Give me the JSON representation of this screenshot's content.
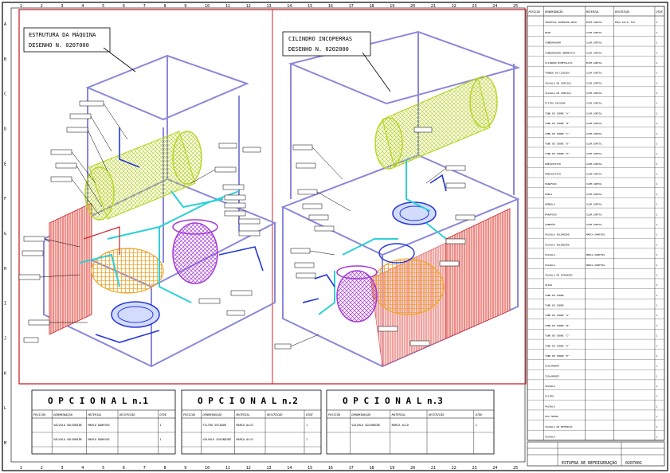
{
  "title_block": {
    "drawing_title": "ESTUFRA DE REFRIGERAÇÃO",
    "drawing_number": "0207001",
    "left_view": {
      "title": "ESTRUTURA DA MÁQUINA",
      "subtitle": "DESENHO N.  0207000"
    },
    "right_view": {
      "title": "CILINDRO INCOPERRAS",
      "subtitle": "DESENHO N.  0202000"
    }
  },
  "parts_table": {
    "headers": [
      "POSIÇÃO",
      "DENOMINAÇÃO",
      "MATERIAL",
      "DESCRIÇÃO",
      "QTDE"
    ],
    "rows": [
      [
        "",
        "TRAVESSA SUPERIOR NOVA",
        "ELEM.SORTOL",
        "PEÇA 02/17 FIX",
        "1"
      ],
      [
        "",
        "BASE",
        "CLEM.SORTOL",
        "",
        "1"
      ],
      [
        "",
        "CONDENSADOR",
        "CLEM.SORTOL",
        "",
        "1"
      ],
      [
        "",
        "CONDENSADOR HERMÉTICO",
        "CLEM.SORTOL",
        "",
        "1"
      ],
      [
        "",
        "CILINDRO BIMETÁLICO",
        "ELEM.SORTOL",
        "",
        "1"
      ],
      [
        "",
        "TANQUE DE LÍQUIDO",
        "CLEM.SORTOL",
        "",
        "1"
      ],
      [
        "",
        "VÁLVULA DE SERVIÇO",
        "CLEM.SORTOL",
        "",
        "1"
      ],
      [
        "",
        "VÁLVULA DE SERVIÇO",
        "CLEM.SORTOL",
        "",
        "1"
      ],
      [
        "",
        "FILTRO SECADOR",
        "CLEM.SORTOL",
        "",
        "1"
      ],
      [
        "",
        "TUBO DE COBRE \"A\"",
        "CLEM.SORTOL",
        "",
        "1"
      ],
      [
        "",
        "TUBO DE COBRE \"B\"",
        "CLEM.SORTOL",
        "",
        "1"
      ],
      [
        "",
        "TUBO DE COBRE \"C\"",
        "CLEM.SORTOL",
        "",
        "1"
      ],
      [
        "",
        "TUBO DE COBRE \"D\"",
        "CLEM.SORTOL",
        "",
        "1"
      ],
      [
        "",
        "TUBO DE COBRE \"E\"",
        "CLEM.SORTOL",
        "",
        "1"
      ],
      [
        "",
        "PRESSOSTATO",
        "CLEM.SORTOL",
        "",
        "1"
      ],
      [
        "",
        "PRESSOSTATO",
        "CLEM.SORTOL",
        "",
        "1"
      ],
      [
        "",
        "PARAFUSO",
        "CLEM.SORTOL",
        "",
        "1"
      ],
      [
        "",
        "PORCA",
        "CLEM.SORTOL",
        "",
        "1"
      ],
      [
        "",
        "ARRUELA",
        "CLEM.SORTOL",
        "",
        "1"
      ],
      [
        "",
        "PARAFUSO",
        "CLEM.SORTOL",
        "",
        "1"
      ],
      [
        "",
        "CONEXÃO",
        "CLEM.SORTOL",
        "",
        "1"
      ],
      [
        "",
        "VÁLVULA SOLENOIDE",
        "MARCA DANFOSS",
        "",
        "1"
      ],
      [
        "",
        "VÁLVULA SOLENOIDE",
        "",
        "",
        "1"
      ],
      [
        "",
        "VÁLVULA",
        "MARCA DANFOSS",
        "",
        "1"
      ],
      [
        "",
        "VÁLVULA",
        "MARCA DANFOSS",
        "",
        "1"
      ],
      [
        "",
        "VÁLVULA DE EXPANSÃO",
        "",
        "",
        "1"
      ],
      [
        "",
        "VIGIA",
        "",
        "",
        "1"
      ],
      [
        "",
        "TUBO DE COBRE",
        "",
        "",
        "1"
      ],
      [
        "",
        "TUBO DE COBRE",
        "",
        "",
        "1"
      ],
      [
        "",
        "TUBO DE COBRE \"A\"",
        "",
        "",
        "1"
      ],
      [
        "",
        "TUBO DE COBRE \"B\"",
        "",
        "",
        "1"
      ],
      [
        "",
        "TUBO DE COBRE \"C\"",
        "",
        "",
        "1"
      ],
      [
        "",
        "TUBO DE COBRE \"D\"",
        "",
        "",
        "1"
      ],
      [
        "",
        "TUBO DE COBRE \"E\"",
        "",
        "",
        "1"
      ],
      [
        "",
        "ISOLAMENTO",
        "",
        "",
        "1"
      ],
      [
        "",
        "ISOLAMENTO",
        "",
        "",
        "1"
      ],
      [
        "",
        "VÁLVULA",
        "",
        "",
        "1"
      ],
      [
        "",
        "FILTRO",
        "",
        "",
        "1"
      ],
      [
        "",
        "VÁLVULA",
        "",
        "",
        "1"
      ],
      [
        "",
        "GÁS FREON",
        "",
        "",
        "1"
      ],
      [
        "",
        "VÁLVULA DE RETENÇÃO",
        "",
        "",
        "1"
      ],
      [
        "",
        "VÁLVULA",
        "",
        "",
        "1"
      ]
    ]
  },
  "opcionais": [
    {
      "title": "O P C I O N A L  n.1",
      "headers": [
        "POSIÇÃO",
        "DENOMINAÇÃO",
        "MATERIAL",
        "DESCRIÇÃO",
        "QTDE"
      ],
      "rows": [
        [
          "",
          "VÁLVULA SOLENOIDE",
          "MARCA DANFOSS",
          "",
          "1"
        ],
        [
          "",
          "VÁLVULA SOLENOIDE",
          "MARCA DANFOSS",
          "",
          "1"
        ]
      ]
    },
    {
      "title": "O P C I O N A L  n.2",
      "headers": [
        "POSIÇÃO",
        "DENOMINAÇÃO",
        "MATERIAL",
        "DESCRIÇÃO",
        "QTDE"
      ],
      "rows": [
        [
          "",
          "FILTRO SECADOR",
          "MARCA ALCO",
          "",
          "1"
        ],
        [
          "",
          "VÁLVULA SOLENOIDE",
          "MARCA ALCO",
          "",
          "1"
        ]
      ]
    },
    {
      "title": "O P C I O N A L  n.3",
      "headers": [
        "POSIÇÃO",
        "DENOMINAÇÃO",
        "MATERIAL",
        "DESCRIÇÃO",
        "QTDE"
      ],
      "rows": [
        [
          "",
          "VÁLVULA SOLENOIDE",
          "MARCA ALCO",
          "",
          "1"
        ]
      ]
    }
  ],
  "border": {
    "columns": [
      "1",
      "2",
      "3",
      "4",
      "5",
      "6",
      "7",
      "8",
      "9",
      "10",
      "11",
      "12",
      "13",
      "14",
      "15",
      "16",
      "17",
      "18",
      "19",
      "20",
      "21",
      "22",
      "23",
      "24",
      "25"
    ],
    "rows": [
      "A",
      "B",
      "C",
      "D",
      "E",
      "F",
      "G",
      "H",
      "I",
      "J",
      "K",
      "L",
      "M"
    ]
  },
  "colors": {
    "frame": "#c8252c",
    "ink": "#000000",
    "structure": "#8b88d9",
    "cylinder": "#b9d52b",
    "piping": "#2cd0d8",
    "compressor": "#2336d9",
    "tank": "#a53ad8",
    "motor": "#f0a52a",
    "condenser": "#e85555"
  }
}
